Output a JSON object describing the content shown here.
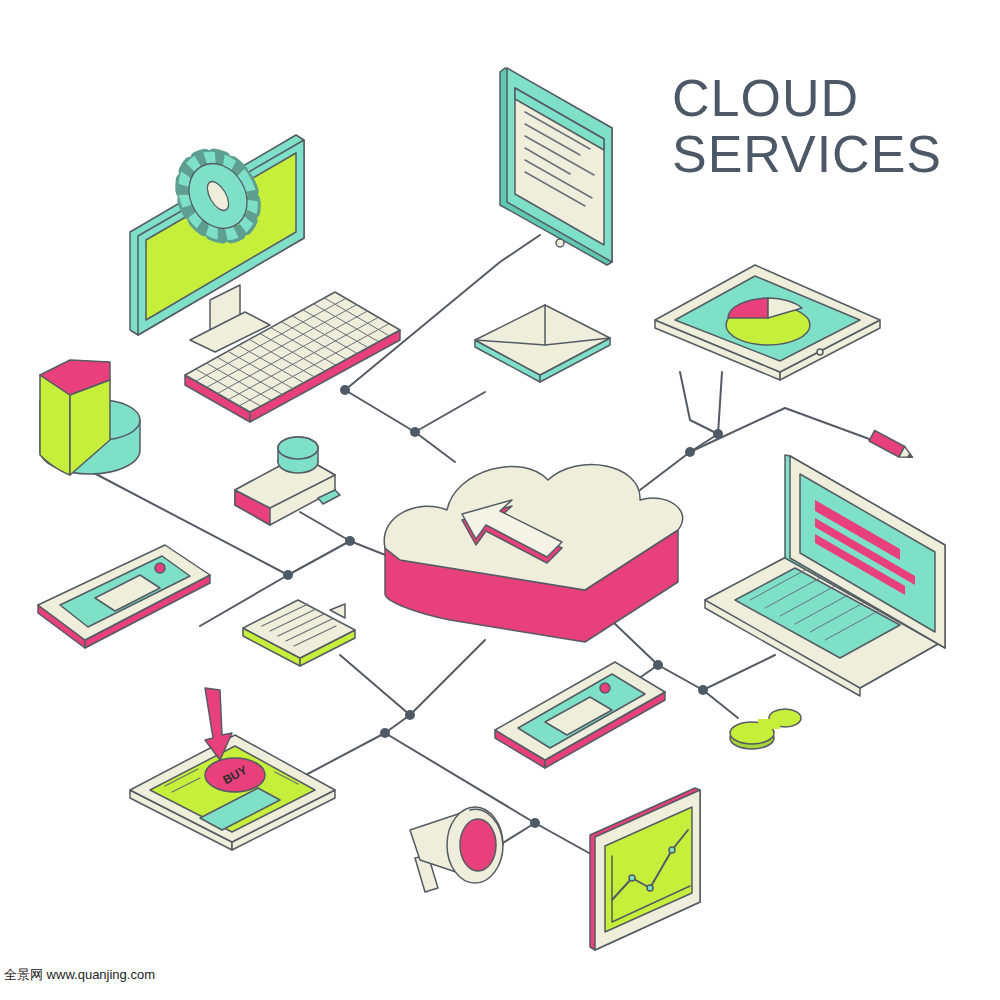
{
  "diagram": {
    "title": "CLOUD SERVICES",
    "labels": [
      "BUY",
      "全景网 www.quanjing.com"
    ]
  }
}
